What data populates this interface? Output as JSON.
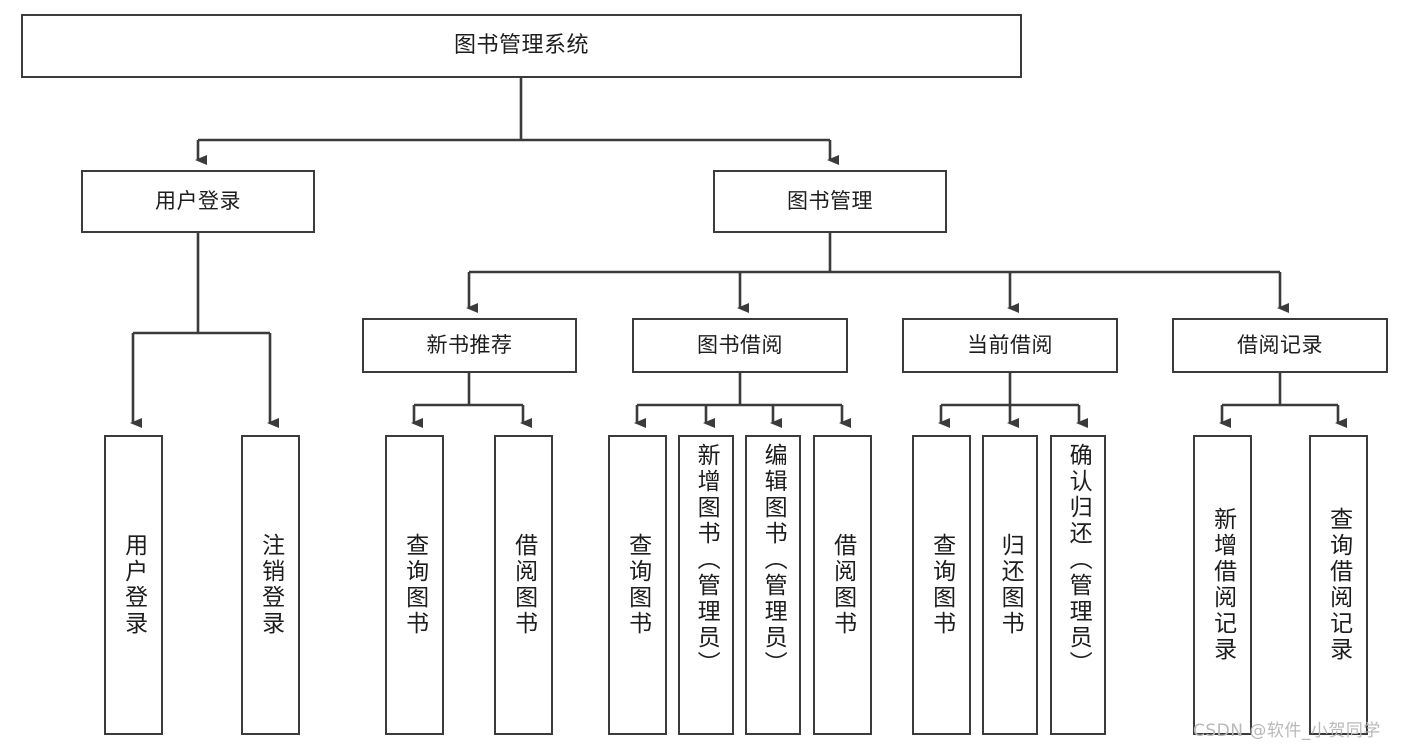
{
  "diagram": {
    "type": "tree",
    "title": "图书管理系统",
    "watermark": "CSDN @软件_小贺同学",
    "colors": {
      "box_border": "#3b3b3b",
      "box_fill": "#ffffff",
      "connector": "#3b3b3b",
      "text": "#1d1d1d",
      "watermark": "#b9b9b9",
      "background": "#ffffff"
    },
    "nodes": {
      "root": {
        "label": "图书管理系统"
      },
      "level2": [
        {
          "id": "user-login",
          "label": "用户登录"
        },
        {
          "id": "book-management",
          "label": "图书管理"
        }
      ],
      "level3": [
        {
          "id": "new-book-recommend",
          "label": "新书推荐"
        },
        {
          "id": "book-borrow",
          "label": "图书借阅"
        },
        {
          "id": "current-borrow",
          "label": "当前借阅"
        },
        {
          "id": "borrow-record",
          "label": "借阅记录"
        }
      ],
      "leaves": {
        "user_login": [
          {
            "id": "leaf-user-login",
            "label": "用户登录"
          },
          {
            "id": "leaf-logout-login",
            "label": "注销登录"
          }
        ],
        "new_book_recommend": [
          {
            "id": "leaf-query-book-1",
            "label": "查询图书"
          },
          {
            "id": "leaf-borrow-book-1",
            "label": "借阅图书"
          }
        ],
        "book_borrow": [
          {
            "id": "leaf-query-book-2",
            "label": "查询图书"
          },
          {
            "id": "leaf-add-book",
            "label": "新增图书（管理员）"
          },
          {
            "id": "leaf-edit-book",
            "label": "编辑图书（管理员）"
          },
          {
            "id": "leaf-borrow-book-2",
            "label": "借阅图书"
          }
        ],
        "current_borrow": [
          {
            "id": "leaf-query-book-3",
            "label": "查询图书"
          },
          {
            "id": "leaf-return-book",
            "label": "归还图书"
          },
          {
            "id": "leaf-confirm-return",
            "label": "确认归还（管理员）"
          }
        ],
        "borrow_record": [
          {
            "id": "leaf-add-record",
            "label": "新增借阅记录"
          },
          {
            "id": "leaf-query-record",
            "label": "查询借阅记录"
          }
        ]
      }
    }
  }
}
